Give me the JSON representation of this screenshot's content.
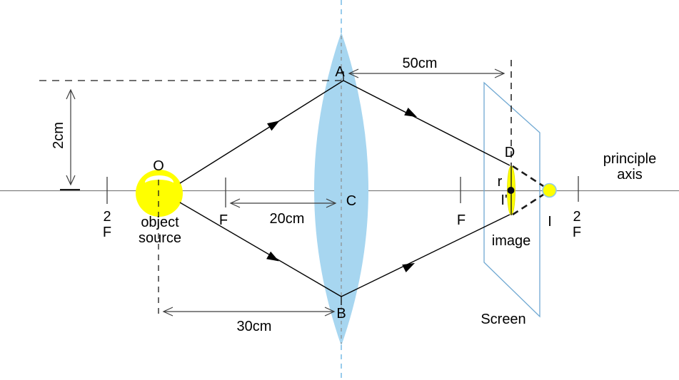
{
  "points": {
    "o": "O",
    "a": "A",
    "b": "B",
    "c": "C",
    "d": "D",
    "r": "r",
    "i_prime": "I'",
    "i": "I"
  },
  "focal_marks": {
    "left_2f": {
      "line1": "2",
      "line2": "F"
    },
    "left_f": "F",
    "right_f": "F",
    "right_2f": {
      "line1": "2",
      "line2": "F"
    }
  },
  "measurements": {
    "object_height": "2cm",
    "focal_length": "20cm",
    "object_distance": "30cm",
    "image_distance": "50cm"
  },
  "captions": {
    "object_source": {
      "line1": "object",
      "line2": "source"
    },
    "image": "image",
    "screen": "Screen",
    "principal_axis": {
      "line1": "principle",
      "line2": "axis"
    }
  },
  "colors": {
    "lens_fill": "#a7d6f0",
    "lens_axis_dash": "#6db6e4",
    "inner_dash_gray": "#8c8c8c",
    "screen_stroke": "#6fa8d2",
    "object_yellow": "#ffff00",
    "image_yellow": "#ffff00",
    "point_i_stroke": "#8fc8e8",
    "axis_gray": "#7f7f7f",
    "ray_black": "#000000"
  }
}
